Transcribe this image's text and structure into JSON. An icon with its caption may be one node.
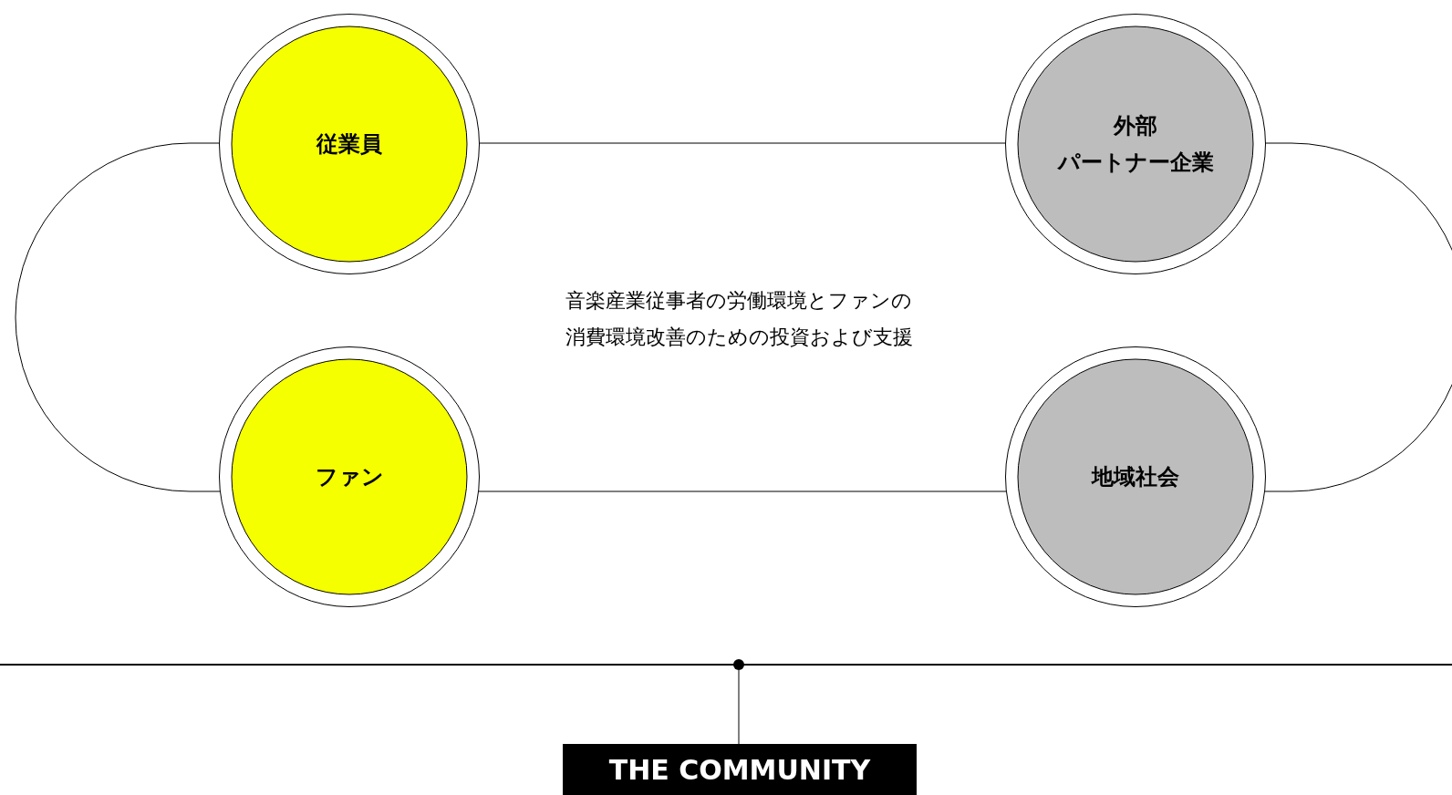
{
  "diagram": {
    "nodes": [
      {
        "text": [
          "従業員"
        ]
      },
      {
        "text": [
          "外部パートナー企業"
        ]
      },
      {
        "text": [
          "ファン"
        ]
      },
      {
        "text": [
          "地域社会"
        ]
      },
      {
        "text": [],
        "shape": "circle"
      },
      {
        "text": [
          "THE COMMUNITY"
        ]
      }
    ],
    "edges": [
      {
        "from": 0,
        "to": 1,
        "arrow": "none"
      },
      {
        "from": 2,
        "to": 3,
        "arrow": "none"
      },
      {
        "from": 0,
        "to": 2,
        "arrow": "none"
      },
      {
        "from": 1,
        "to": 3,
        "arrow": "none"
      },
      {
        "from": 4,
        "to": 5,
        "arrow": "none"
      }
    ],
    "labels": [
      "音楽産業従事者の労働環境とファンの消費環境改善のための投資および支援"
    ]
  }
}
